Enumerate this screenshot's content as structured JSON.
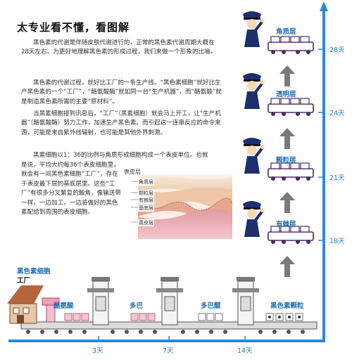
{
  "title": "太专业看不懂，看图解",
  "paragraphs": [
    "黑色素的代谢是伴随皮肤代谢进行的，正常的黑色素代谢周期大概在28天左右。为更好地理解黑色素的形成过程，我们来做一个形象的比喻。",
    "黑色素的代谢过程，就好比工厂的一条生产线。“黑色素细胞”就好比生产黑色素的一个“工厂”，“酪氨酸酶”就如同一台“生产机器”，而“酪氨酸”就是制造黑色素所需的主要“原材料”。",
    "当黑素细胞接到讯息后，“工厂”（黑素细胞）就会马上开工，让“生产机器”（酪氨酸酶）努力工作，加速生产黑色素。而引起这一连串反应的命令来源，可能是来自紫外线辐射，也可能是其他外界刺激。"
  ],
  "para4_line1": "黑素细胞以1：36的比例与角质形成细胞构成一个表皮单位。也就",
  "para4_rest": "是说，平均大约每36个表皮细胞里，就会有一间黑色素细胞“工厂”，存在于表皮最下层的基底层里。这些“工厂”有很多分叉繁复的触角，像输送带一样，一边加工，一边将做好的黑色素配给到周围的表皮细胞。",
  "skin": {
    "title": "表皮层",
    "labels": [
      "角质层",
      "颗粒层",
      "有棘层",
      "基底层",
      "真皮层"
    ]
  },
  "layers": [
    "角质层",
    "透明层",
    "颗粒层",
    "有棘层"
  ],
  "days_right": [
    "28天",
    "24天",
    "21天",
    "18天"
  ],
  "factory": {
    "label_line1": "黑色素细胞",
    "label_line2": "工厂"
  },
  "products": [
    "酪氨酸",
    "多巴",
    "多巴醌",
    "黑色素颗粒"
  ],
  "days_bottom": [
    "3天",
    "7天",
    "14天"
  ],
  "colors": {
    "blue": "#1f6fb5",
    "axis": "#2b8ad8",
    "arrow": "#7a7a7a",
    "pink": "#f2a0b8"
  }
}
